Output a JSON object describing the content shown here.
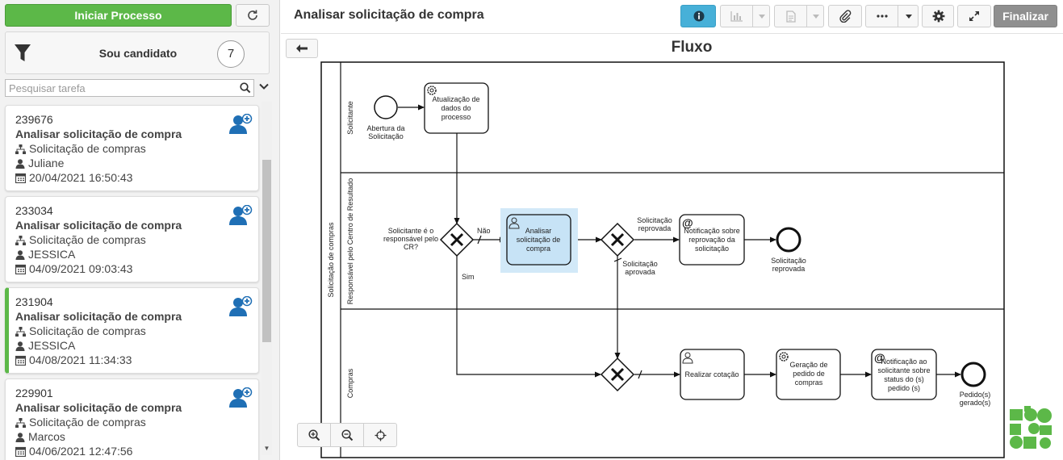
{
  "sidebar": {
    "start_button": "Iniciar Processo",
    "filter_label": "Sou candidato",
    "filter_count": "7",
    "search_placeholder": "Pesquisar tarefa",
    "tasks": [
      {
        "id": "239676",
        "name": "Analisar solicitação de compra",
        "process": "Solicitação de compras",
        "user": "Juliane",
        "date": "20/04/2021 16:50:43"
      },
      {
        "id": "233034",
        "name": "Analisar solicitação de compra",
        "process": "Solicitação de compras",
        "user": "JESSICA",
        "date": "04/09/2021 09:03:43"
      },
      {
        "id": "231904",
        "name": "Analisar solicitação de compra",
        "process": "Solicitação de compras",
        "user": "JESSICA",
        "date": "04/08/2021 11:34:33"
      },
      {
        "id": "229901",
        "name": "Analisar solicitação de compra",
        "process": "Solicitação de compras",
        "user": "Marcos",
        "date": "04/06/2021 12:47:56"
      }
    ]
  },
  "header": {
    "title": "Analisar solicitação de compra",
    "finish_label": "Finalizar"
  },
  "canvas": {
    "title": "Fluxo"
  },
  "diagram": {
    "pool": "Solicitação de compras",
    "lanes": {
      "solicitante": "Solicitante",
      "responsavel": "Responsável pelo Centro de Resultado",
      "compras": "Compras"
    },
    "start_event": [
      "Abertura da",
      "Solicitação"
    ],
    "task_update": [
      "Atualização de",
      "dados do",
      "processo"
    ],
    "gateway_question": [
      "Solicitante é o",
      "responsável pelo",
      "CR?"
    ],
    "label_nao": "Não",
    "label_sim": "Sim",
    "task_analyze": [
      "Analisar",
      "solicitação de",
      "compra"
    ],
    "label_reprovada": [
      "Solicitação",
      "reprovada"
    ],
    "label_aprovada": [
      "Solicitação",
      "aprovada"
    ],
    "task_notify_reject": [
      "Notificação sobre",
      "reprovação da",
      "solicitação"
    ],
    "end_reject": [
      "Solicitação",
      "reprovada"
    ],
    "task_quote": "Realizar cotação",
    "task_generate": [
      "Geração de",
      "pedido de",
      "compras"
    ],
    "task_notify_status": [
      "Notificação ao",
      "solicitante sobre",
      "status do (s)",
      "pedido (s)"
    ],
    "end_order": [
      "Pedido(s)",
      "gerado(s)"
    ]
  },
  "colors": {
    "primary_green": "#5cb848",
    "info_blue": "#47b0d8",
    "selected_task_fill": "#d2e9f8",
    "finish_gray": "#8f8f8f"
  }
}
